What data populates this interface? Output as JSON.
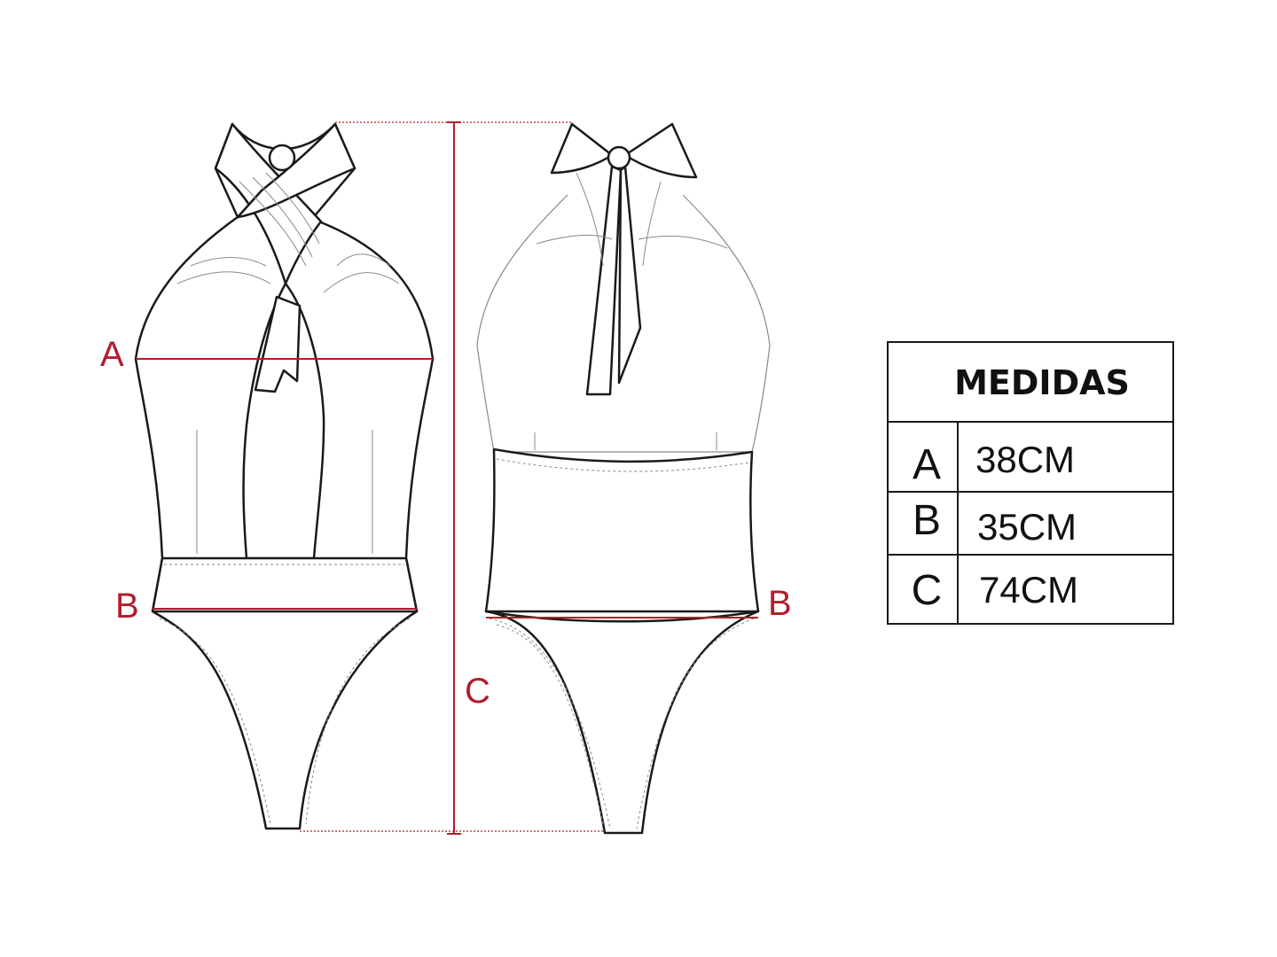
{
  "colors": {
    "outline": "#1a1a1a",
    "measure": "#b01e2d",
    "detail": "#8a8a8a"
  },
  "diagram": {
    "labels": {
      "a_front": "A",
      "b_front": "B",
      "c": "C",
      "b_back": "B"
    }
  },
  "table": {
    "title": "MEDIDAS",
    "rows": [
      {
        "key": "A",
        "value": "38CM"
      },
      {
        "key": "B",
        "value": "35CM"
      },
      {
        "key": "C",
        "value": "74CM"
      }
    ]
  }
}
